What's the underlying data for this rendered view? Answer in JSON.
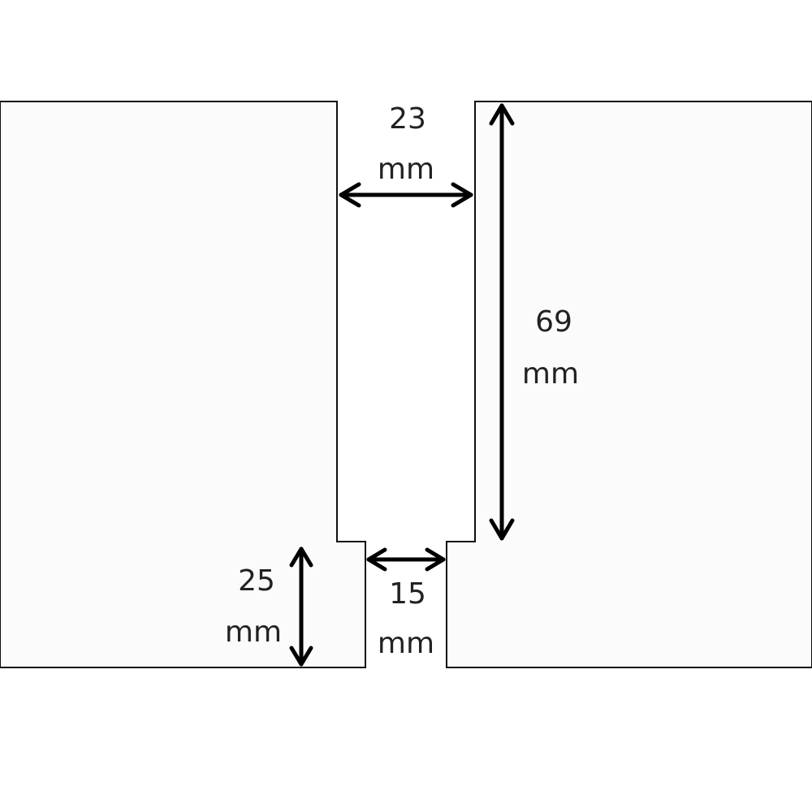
{
  "dimensions": {
    "top_slot_width": {
      "value": "23",
      "unit": "mm"
    },
    "slot_depth": {
      "value": "69",
      "unit": "mm"
    },
    "bottom_slot_width": {
      "value": "15",
      "unit": "mm"
    },
    "bottom_height": {
      "value": "25",
      "unit": "mm"
    }
  },
  "colors": {
    "board_fill": "#fbfbfb",
    "outline": "#111111",
    "arrow": "#000000",
    "text": "#222222"
  }
}
